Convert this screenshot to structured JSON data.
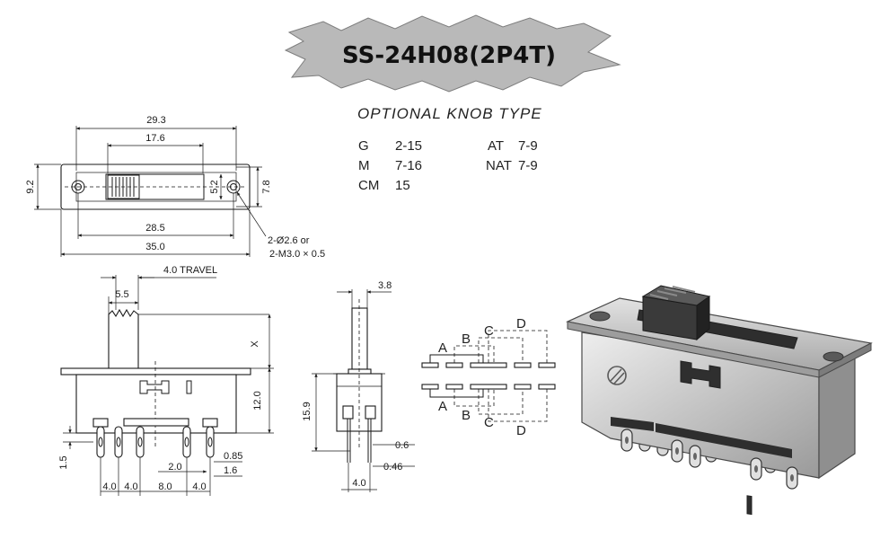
{
  "title": "SS-24H08(2P4T)",
  "subtitle": "OPTIONAL  KNOB  TYPE",
  "knob_types": [
    {
      "code": "G",
      "value": "2-15"
    },
    {
      "code": "M",
      "value": "7-16"
    },
    {
      "code": "CM",
      "value": "15"
    },
    {
      "code": "AT",
      "value": "7-9"
    },
    {
      "code": "NAT",
      "value": "7-9"
    }
  ],
  "top_view": {
    "dim_overall_top": "29.3",
    "dim_slot": "17.6",
    "dim_height_left": "9.2",
    "dim_inner_height": "5.2",
    "dim_height_right": "7.8",
    "dim_hole_pitch": "28.5",
    "dim_overall_bottom": "35.0",
    "hole_note_1": "2-Ø2.6 or",
    "hole_note_2": "2-M3.0 × 0.5"
  },
  "front_view": {
    "travel": "4.0 TRAVEL",
    "knob_width": "5.5",
    "knob_height": "X",
    "body_height": "12.0",
    "pin_height": "1.5",
    "pitch_a": "4.0",
    "pitch_b": "4.0",
    "pitch_c": "8.0",
    "pitch_d": "4.0",
    "pin_offset": "2.0",
    "pin_width": "0.85",
    "pin_gap": "1.6"
  },
  "side_view": {
    "knob_width": "3.8",
    "total_height": "15.9",
    "pin_thickness": "0.6",
    "pin_width": "0.46",
    "pin_pitch": "4.0"
  },
  "schematic": {
    "labels_top": [
      "A",
      "B",
      "C",
      "D"
    ],
    "labels_bottom": [
      "A",
      "B",
      "C",
      "D"
    ]
  },
  "colors": {
    "line": "#1a1a1a",
    "banner_fill": "#b9b9b9",
    "photo_metal": "#c9c9c9",
    "photo_dark": "#3a3a3a"
  }
}
